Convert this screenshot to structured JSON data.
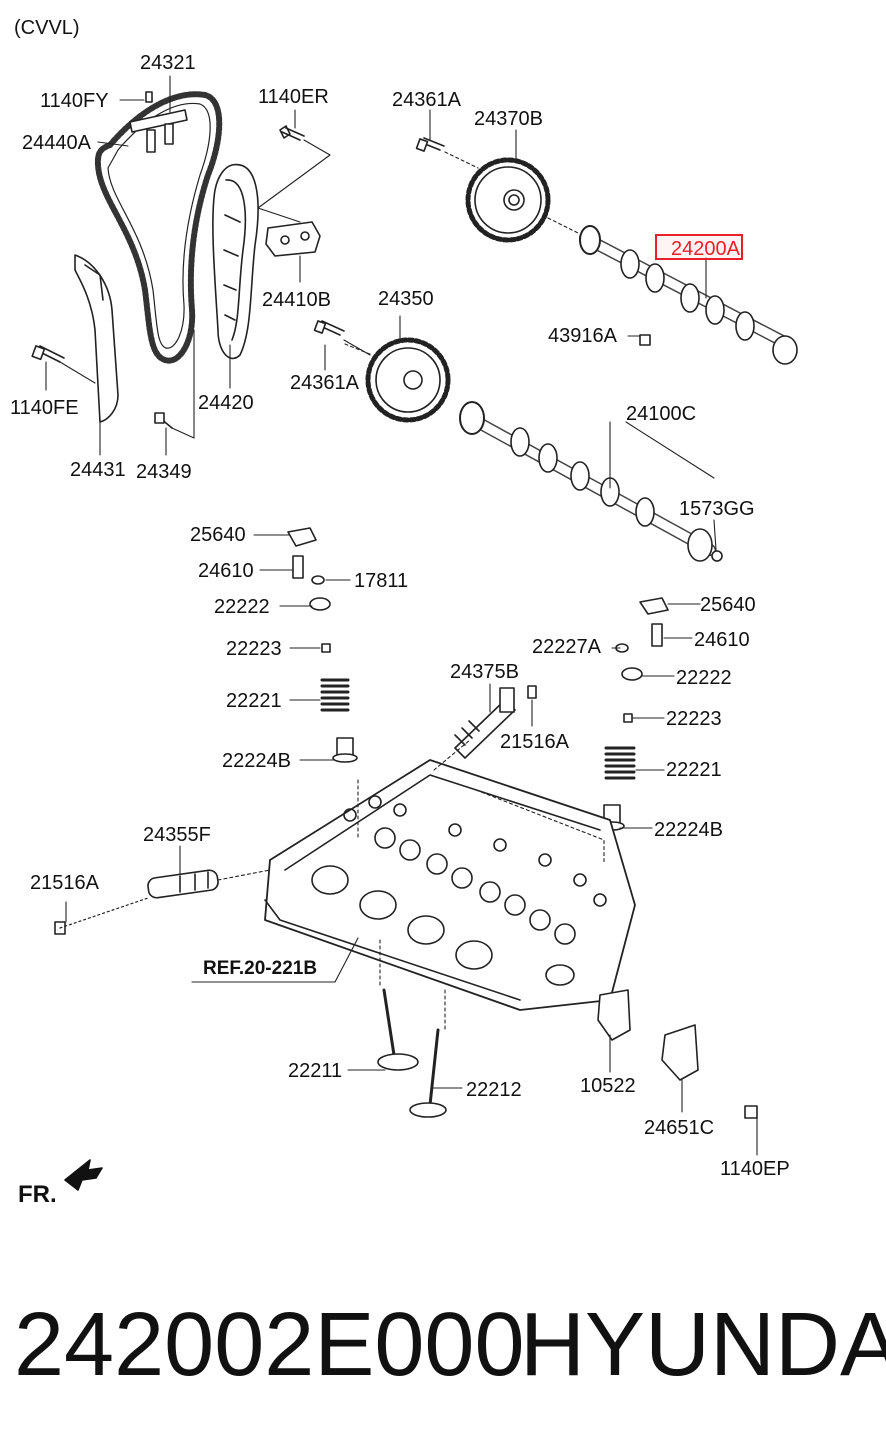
{
  "variant": "(CVVL)",
  "highlight": {
    "part_no": "24200A",
    "color": "#e8202a"
  },
  "labels": {
    "l24321": "24321",
    "l1140FY": "1140FY",
    "l1140ER": "1140ER",
    "l24361A_top": "24361A",
    "l24370B": "24370B",
    "l24440A": "24440A",
    "l24410B": "24410B",
    "l24350": "24350",
    "l43916A": "43916A",
    "l1140FE": "1140FE",
    "l24361A_mid": "24361A",
    "l24420": "24420",
    "l24100C": "24100C",
    "l24431": "24431",
    "l24349": "24349",
    "l1573GG": "1573GG",
    "l25640_l": "25640",
    "l24610_l": "24610",
    "l17811": "17811",
    "l22222_l": "22222",
    "l22223_l": "22223",
    "l22221_l": "22221",
    "l22224B_l": "22224B",
    "l25640_r": "25640",
    "l22227A": "22227A",
    "l24610_r": "24610",
    "l22222_r": "22222",
    "l22223_r": "22223",
    "l22221_r": "22221",
    "l22224B_r": "22224B",
    "l24375B": "24375B",
    "l21516A_r": "21516A",
    "l24355F": "24355F",
    "l21516A_l": "21516A",
    "l22211": "22211",
    "l22212": "22212",
    "l10522": "10522",
    "l24651C": "24651C",
    "l1140EP": "1140EP"
  },
  "ref_label": "REF.20-221B",
  "fr_label": "FR.",
  "footer": {
    "part_number": "242002E000",
    "brand": "HYUNDAI"
  }
}
